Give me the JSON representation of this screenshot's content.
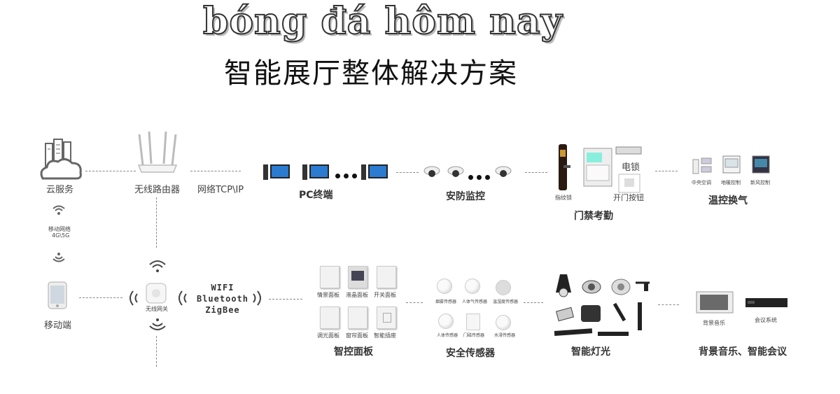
{
  "watermark": "bóng đá hôm nay",
  "title": "智能展厅整体解决方案",
  "labels": {
    "cloud": "云服务",
    "router": "无线路由器",
    "network": "网络TCP\\IP",
    "pc": "PC终端",
    "security": "安防监控",
    "fingerprint": "指纹锁",
    "access": "门禁考勤",
    "electric": "电锁",
    "open_btn": "开门按钮",
    "climate": "温控换气",
    "climate_items": [
      "中央空调",
      "地暖控制",
      "新风控制"
    ],
    "mobile_net_1": "移动网络",
    "mobile_net_2": "4G\\5G",
    "mobile": "移动端",
    "gateway": "无线网关",
    "protocols": [
      "WIFI",
      "Bluetooth",
      "ZigBee"
    ],
    "panel_items": [
      "情景面板",
      "液晶面板",
      "开关面板",
      "调光面板",
      "窗帘面板",
      "智能插座"
    ],
    "panel": "智控面板",
    "sensor_items": [
      "烟雾传感器",
      "人体气传感器",
      "温湿度传感器",
      "人体传感器",
      "门磁传感器",
      "水浸传感器"
    ],
    "sensor": "安全传感器",
    "lighting": "智能灯光",
    "music_item": "背景音乐",
    "meeting_item": "会议系统",
    "music": "背景音乐、智能会议"
  },
  "colors": {
    "screen_blue": "#2b7bd1",
    "line": "#888888"
  }
}
